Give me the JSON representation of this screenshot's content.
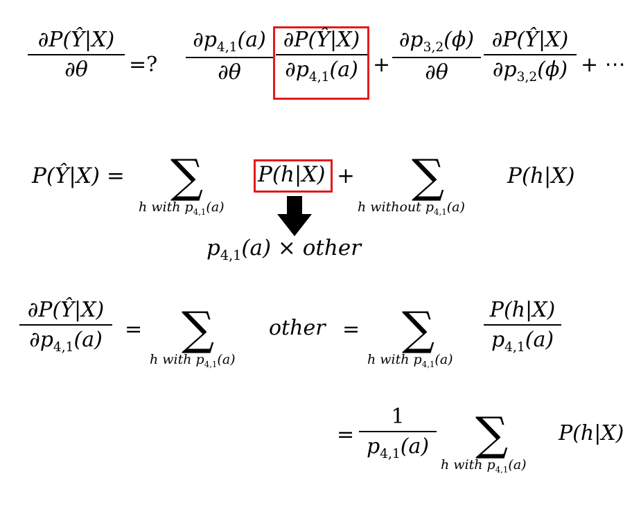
{
  "row1": {
    "lhs_num": "∂P(Ŷ|X)",
    "lhs_den": "∂θ",
    "eq": "=?",
    "t1_num": "∂p",
    "t1_sub": "4,1",
    "t1_arg": "(a)",
    "t1_den": "∂θ",
    "t2_num": "∂P(Ŷ|X)",
    "t2_den": "∂p",
    "t2_den_sub": "4,1",
    "t2_den_arg": "(a)",
    "plus1": "+",
    "t3_num": "∂p",
    "t3_sub": "3,2",
    "t3_arg": "(ϕ)",
    "t3_den": "∂θ",
    "t4_num": "∂P(Ŷ|X)",
    "t4_den": "∂p",
    "t4_den_sub": "3,2",
    "t4_den_arg": "(ϕ)",
    "tail": "+ ⋯"
  },
  "row2": {
    "lhs": "P(Ŷ|X) =",
    "sum_sym": "∑",
    "sum1_sub": "h with p",
    "sum1_sub_idx": "4,1",
    "sum1_sub_arg": "(a)",
    "boxed": "P(h|X)",
    "plus": "+",
    "sum2_sub": "h without p",
    "sum2_sub_idx": "4,1",
    "sum2_sub_arg": "(a)",
    "term2": "P(h|X)",
    "arrow_note_p": "p",
    "arrow_note_idx": "4,1",
    "arrow_note_rest": "(a) × other"
  },
  "row3": {
    "lhs_num": "∂P(Ŷ|X)",
    "lhs_den": "∂p",
    "lhs_den_sub": "4,1",
    "lhs_den_arg": "(a)",
    "eq1": "=",
    "sum_sym": "∑",
    "sum_sub": "h with p",
    "sum_sub_idx": "4,1",
    "sum_sub_arg": "(a)",
    "other": "other",
    "eq2": "=",
    "frac_num": "P(h|X)",
    "frac_den": "p",
    "frac_den_sub": "4,1",
    "frac_den_arg": "(a)"
  },
  "row4": {
    "eq": "=",
    "frac_num": "1",
    "frac_den": "p",
    "frac_den_sub": "4,1",
    "frac_den_arg": "(a)",
    "sum_sym": "∑",
    "sum_sub": "h with p",
    "sum_sub_idx": "4,1",
    "sum_sub_arg": "(a)",
    "term": "P(h|X)"
  },
  "colors": {
    "highlight_box": "#e21b1b",
    "text": "#000000",
    "arrow": "#000000"
  }
}
